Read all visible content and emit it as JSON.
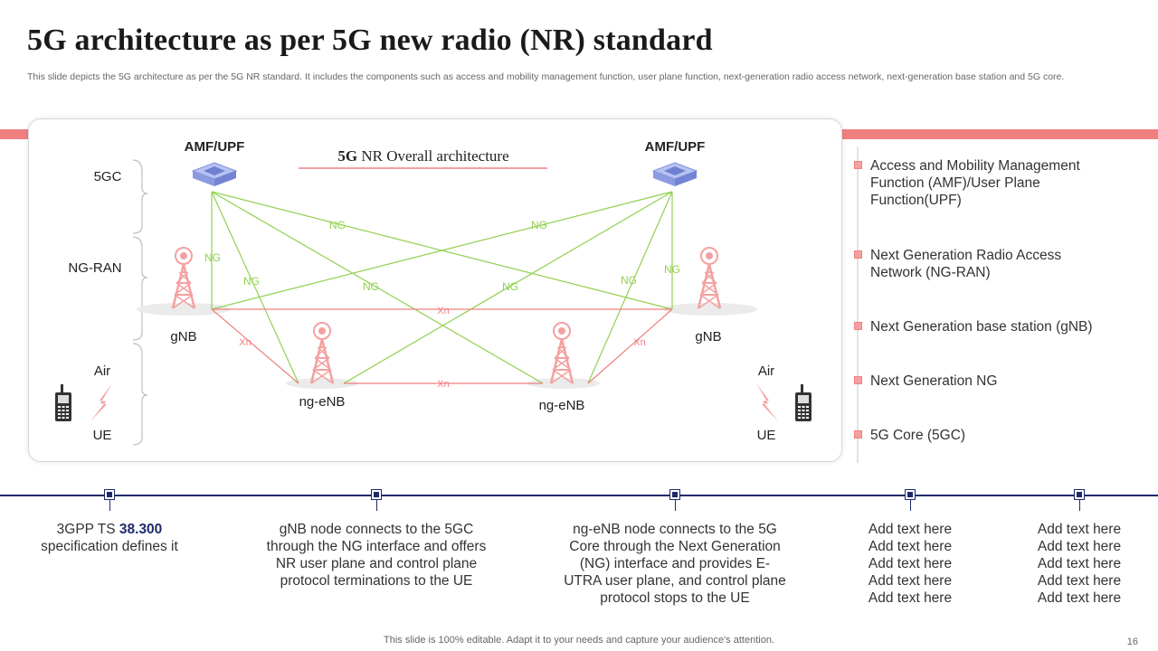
{
  "title": "5G architecture as per 5G new radio (NR) standard",
  "subtitle": "This slide depicts the 5G architecture as per the 5G NR standard. It includes the components such as access and mobility management function, user plane function, next-generation radio access network, next-generation base station and 5G core.",
  "diagram": {
    "heading_bold": "5G",
    "heading_rest": " NR Overall  architecture",
    "tiers": {
      "fivegc": "5GC",
      "ngran": "NG-RAN",
      "air": "Air",
      "ue": "UE"
    },
    "amf_left": "AMF/UPF",
    "amf_right": "AMF/UPF",
    "gnb_left": "gNB",
    "gnb_right": "gNB",
    "ngenb_left": "ng-eNB",
    "ngenb_right": "ng-eNB",
    "air_right": "Air",
    "ue_right": "UE",
    "ng_label": "NG",
    "xn_label": "Xn",
    "colors": {
      "ng_line": "#92d050",
      "xn_line": "#f08080",
      "amf": "#9aa7e8",
      "tower": "#f4a0a0"
    }
  },
  "legend": [
    "Access and Mobility Management Function (AMF)/User Plane Function(UPF)",
    "Next Generation Radio Access Network (NG-RAN)",
    "Next Generation base station (gNB)",
    "Next Generation NG",
    "5G Core (5GC)"
  ],
  "timeline": [
    {
      "pre": "3GPP TS ",
      "strong": "38.300",
      "post": " specification defines it"
    },
    {
      "text": "gNB node connects to the 5GC through the NG interface and offers NR user plane and control plane protocol terminations to the UE"
    },
    {
      "text": "ng-eNB node connects to the 5G Core through the Next Generation (NG) interface and provides E-UTRA user plane, and control plane protocol stops to the UE"
    },
    {
      "text": "Add text here Add text here Add text here Add text here Add text here"
    },
    {
      "text": "Add text here Add text here Add text here Add text here Add text here"
    }
  ],
  "footer": "This slide is 100% editable. Adapt it to your needs and capture your audience's attention.",
  "page_number": "16",
  "colors": {
    "accent": "#f08080",
    "navy": "#1f2a6b"
  }
}
